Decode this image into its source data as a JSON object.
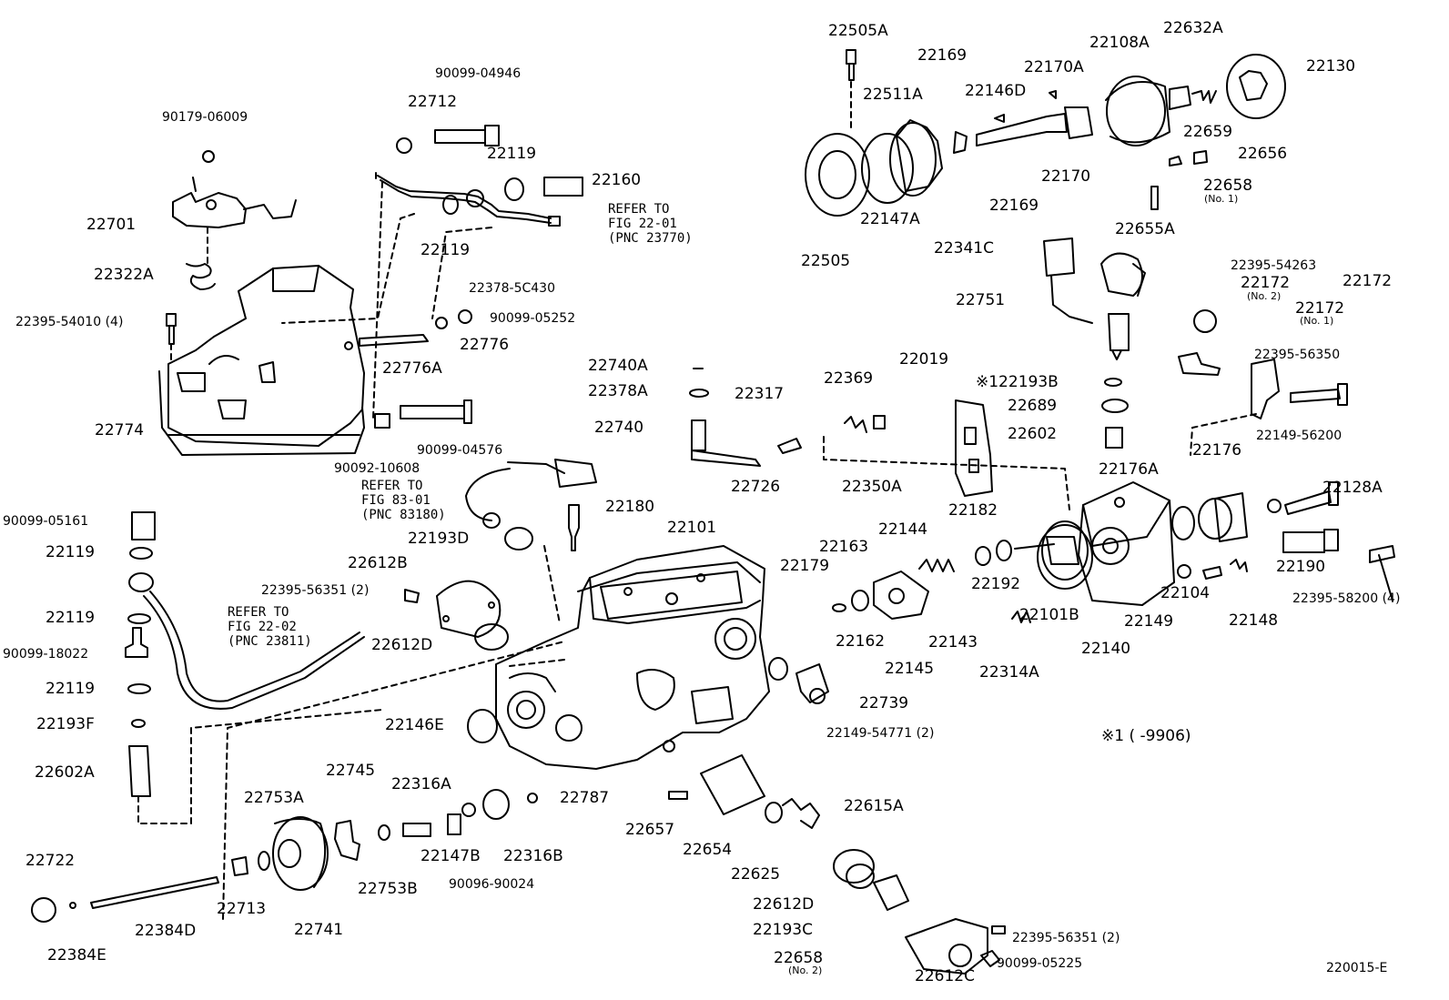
{
  "diagram_id": "220015-E",
  "note": "※1 (      -9906)",
  "references": [
    {
      "id": "ref-23770",
      "lines": [
        "REFER TO",
        "FIG 22-01",
        "(PNC 23770)"
      ]
    },
    {
      "id": "ref-83180",
      "lines": [
        "REFER TO",
        "FIG 83-01",
        "(PNC 83180)"
      ]
    },
    {
      "id": "ref-23811",
      "lines": [
        "REFER TO",
        "FIG 22-02",
        "(PNC 23811)"
      ]
    }
  ],
  "parts": [
    {
      "id": "22505A",
      "text": "22505A"
    },
    {
      "id": "22169a",
      "text": "22169"
    },
    {
      "id": "22170A",
      "text": "22170A"
    },
    {
      "id": "22108A",
      "text": "22108A"
    },
    {
      "id": "22632A",
      "text": "22632A"
    },
    {
      "id": "22130",
      "text": "22130"
    },
    {
      "id": "22511A",
      "text": "22511A"
    },
    {
      "id": "22146D",
      "text": "22146D"
    },
    {
      "id": "22659",
      "text": "22659"
    },
    {
      "id": "22656",
      "text": "22656"
    },
    {
      "id": "22170",
      "text": "22170"
    },
    {
      "id": "22658a",
      "text": "22658"
    },
    {
      "id": "22658a-sub",
      "text": "(No. 1)"
    },
    {
      "id": "22169b",
      "text": "22169"
    },
    {
      "id": "22147A",
      "text": "22147A"
    },
    {
      "id": "22341C",
      "text": "22341C"
    },
    {
      "id": "22655A",
      "text": "22655A"
    },
    {
      "id": "22505",
      "text": "22505"
    },
    {
      "id": "90099-04946",
      "text": "90099-04946"
    },
    {
      "id": "90179-06009",
      "text": "90179-06009"
    },
    {
      "id": "22712",
      "text": "22712"
    },
    {
      "id": "22119a",
      "text": "22119"
    },
    {
      "id": "22160",
      "text": "22160"
    },
    {
      "id": "22701",
      "text": "22701"
    },
    {
      "id": "22119b",
      "text": "22119"
    },
    {
      "id": "22322A",
      "text": "22322A"
    },
    {
      "id": "22378-5C430",
      "text": "22378-5C430"
    },
    {
      "id": "90099-05252",
      "text": "90099-05252"
    },
    {
      "id": "22395-54010",
      "text": "22395-54010 (4)"
    },
    {
      "id": "22776",
      "text": "22776"
    },
    {
      "id": "22776A",
      "text": "22776A"
    },
    {
      "id": "22774",
      "text": "22774"
    },
    {
      "id": "90092-10608",
      "text": "90092-10608"
    },
    {
      "id": "90099-04576",
      "text": "90099-04576"
    },
    {
      "id": "22751",
      "text": "22751"
    },
    {
      "id": "22395-54263",
      "text": "22395-54263"
    },
    {
      "id": "22172a",
      "text": "22172"
    },
    {
      "id": "22172a-sub",
      "text": "(No. 2)"
    },
    {
      "id": "22172b",
      "text": "22172"
    },
    {
      "id": "22172c",
      "text": "22172"
    },
    {
      "id": "22172c-sub",
      "text": "(No. 1)"
    },
    {
      "id": "22019",
      "text": "22019"
    },
    {
      "id": "22193B",
      "text": "※122193B"
    },
    {
      "id": "22689",
      "text": "22689"
    },
    {
      "id": "22395-56350",
      "text": "22395-56350"
    },
    {
      "id": "22740A",
      "text": "22740A"
    },
    {
      "id": "22378A",
      "text": "22378A"
    },
    {
      "id": "22317",
      "text": "22317"
    },
    {
      "id": "22369",
      "text": "22369"
    },
    {
      "id": "22740",
      "text": "22740"
    },
    {
      "id": "22602",
      "text": "22602"
    },
    {
      "id": "22149-56200",
      "text": "22149-56200"
    },
    {
      "id": "22726",
      "text": "22726"
    },
    {
      "id": "22350A",
      "text": "22350A"
    },
    {
      "id": "22176A",
      "text": "22176A"
    },
    {
      "id": "22176",
      "text": "22176"
    },
    {
      "id": "22128A",
      "text": "22128A"
    },
    {
      "id": "22180",
      "text": "22180"
    },
    {
      "id": "22101",
      "text": "22101"
    },
    {
      "id": "22182",
      "text": "22182"
    },
    {
      "id": "22144",
      "text": "22144"
    },
    {
      "id": "22193D",
      "text": "22193D"
    },
    {
      "id": "22163",
      "text": "22163"
    },
    {
      "id": "22179",
      "text": "22179"
    },
    {
      "id": "22612B",
      "text": "22612B"
    },
    {
      "id": "22395-56351a",
      "text": "22395-56351 (2)"
    },
    {
      "id": "22192",
      "text": "22192"
    },
    {
      "id": "22190",
      "text": "22190"
    },
    {
      "id": "22395-58200",
      "text": "22395-58200 (4)"
    },
    {
      "id": "90099-05161",
      "text": "90099-05161"
    },
    {
      "id": "22119c",
      "text": "22119"
    },
    {
      "id": "22104",
      "text": "22104"
    },
    {
      "id": "22148",
      "text": "22148"
    },
    {
      "id": "22149",
      "text": "22149"
    },
    {
      "id": "22101B",
      "text": "22101B"
    },
    {
      "id": "22119d",
      "text": "22119"
    },
    {
      "id": "90099-18022",
      "text": "90099-18022"
    },
    {
      "id": "22612D",
      "text": "22612D"
    },
    {
      "id": "22162",
      "text": "22162"
    },
    {
      "id": "22143",
      "text": "22143"
    },
    {
      "id": "22140",
      "text": "22140"
    },
    {
      "id": "22145",
      "text": "22145"
    },
    {
      "id": "22314A",
      "text": "22314A"
    },
    {
      "id": "22119e",
      "text": "22119"
    },
    {
      "id": "22739",
      "text": "22739"
    },
    {
      "id": "22193F",
      "text": "22193F"
    },
    {
      "id": "22146E",
      "text": "22146E"
    },
    {
      "id": "22149-54771",
      "text": "22149-54771 (2)"
    },
    {
      "id": "22602A",
      "text": "22602A"
    },
    {
      "id": "22745",
      "text": "22745"
    },
    {
      "id": "22316A",
      "text": "22316A"
    },
    {
      "id": "22753A",
      "text": "22753A"
    },
    {
      "id": "22787",
      "text": "22787"
    },
    {
      "id": "22615A",
      "text": "22615A"
    },
    {
      "id": "22657",
      "text": "22657"
    },
    {
      "id": "22147B",
      "text": "22147B"
    },
    {
      "id": "22316B",
      "text": "22316B"
    },
    {
      "id": "22654",
      "text": "22654"
    },
    {
      "id": "22722",
      "text": "22722"
    },
    {
      "id": "22753B",
      "text": "22753B"
    },
    {
      "id": "90096-90024",
      "text": "90096-90024"
    },
    {
      "id": "22625",
      "text": "22625"
    },
    {
      "id": "22713",
      "text": "22713"
    },
    {
      "id": "22384D",
      "text": "22384D"
    },
    {
      "id": "22741",
      "text": "22741"
    },
    {
      "id": "22612D-b",
      "text": "22612D"
    },
    {
      "id": "22193C",
      "text": "22193C"
    },
    {
      "id": "22395-56351b",
      "text": "22395-56351 (2)"
    },
    {
      "id": "22384E",
      "text": "22384E"
    },
    {
      "id": "22658b",
      "text": "22658"
    },
    {
      "id": "22658b-sub",
      "text": "(No. 2)"
    },
    {
      "id": "90099-05225",
      "text": "90099-05225"
    },
    {
      "id": "22612C",
      "text": "22612C"
    }
  ]
}
